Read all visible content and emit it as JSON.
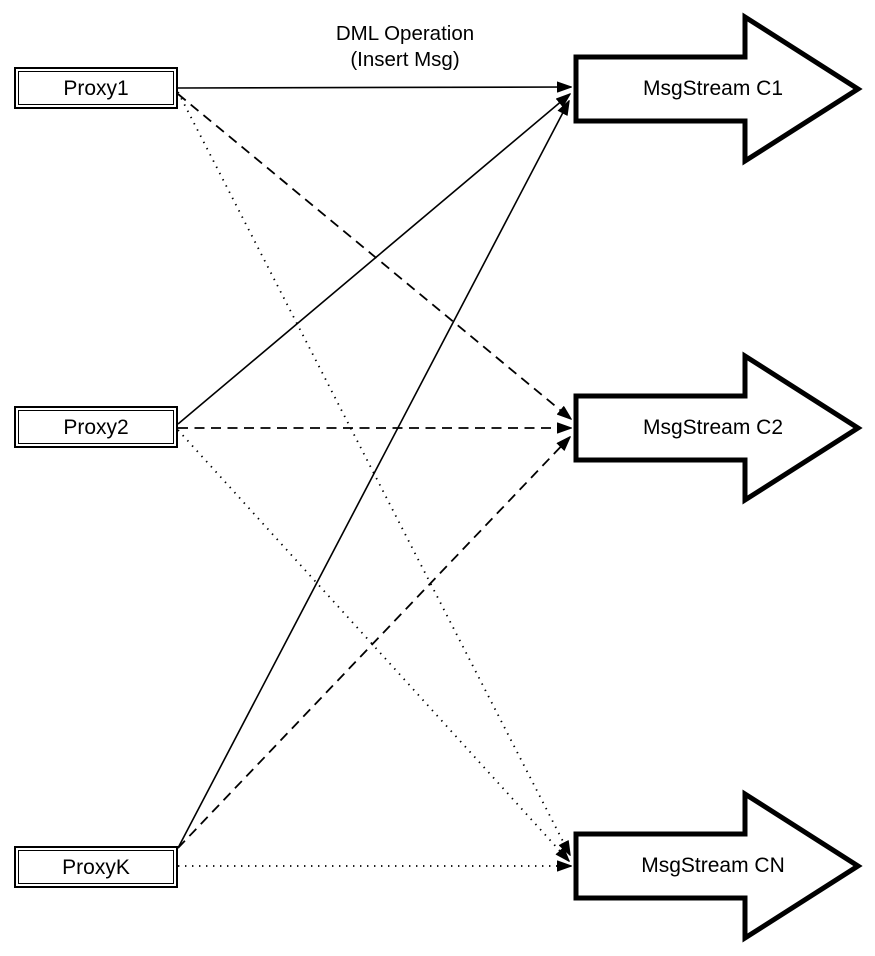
{
  "title": {
    "line1": "DML Operation",
    "line2": "(Insert Msg)"
  },
  "proxies": [
    {
      "label": "Proxy1"
    },
    {
      "label": "Proxy2"
    },
    {
      "label": "ProxyK"
    }
  ],
  "streams": [
    {
      "label": "MsgStream C1"
    },
    {
      "label": "MsgStream C2"
    },
    {
      "label": "MsgStream CN"
    }
  ],
  "edges": [
    {
      "from": "Proxy1",
      "to": "MsgStream C1",
      "style": "solid"
    },
    {
      "from": "Proxy2",
      "to": "MsgStream C1",
      "style": "solid"
    },
    {
      "from": "ProxyK",
      "to": "MsgStream C1",
      "style": "solid"
    },
    {
      "from": "Proxy1",
      "to": "MsgStream C2",
      "style": "dashed"
    },
    {
      "from": "Proxy2",
      "to": "MsgStream C2",
      "style": "dashed"
    },
    {
      "from": "ProxyK",
      "to": "MsgStream C2",
      "style": "dashed"
    },
    {
      "from": "Proxy1",
      "to": "MsgStream CN",
      "style": "dotted"
    },
    {
      "from": "Proxy2",
      "to": "MsgStream CN",
      "style": "dotted"
    },
    {
      "from": "ProxyK",
      "to": "MsgStream CN",
      "style": "dotted"
    }
  ],
  "colors": {
    "line": "#000000",
    "shape_fill": "#ffffff",
    "shape_stroke": "#000000",
    "background": "#ffffff"
  }
}
